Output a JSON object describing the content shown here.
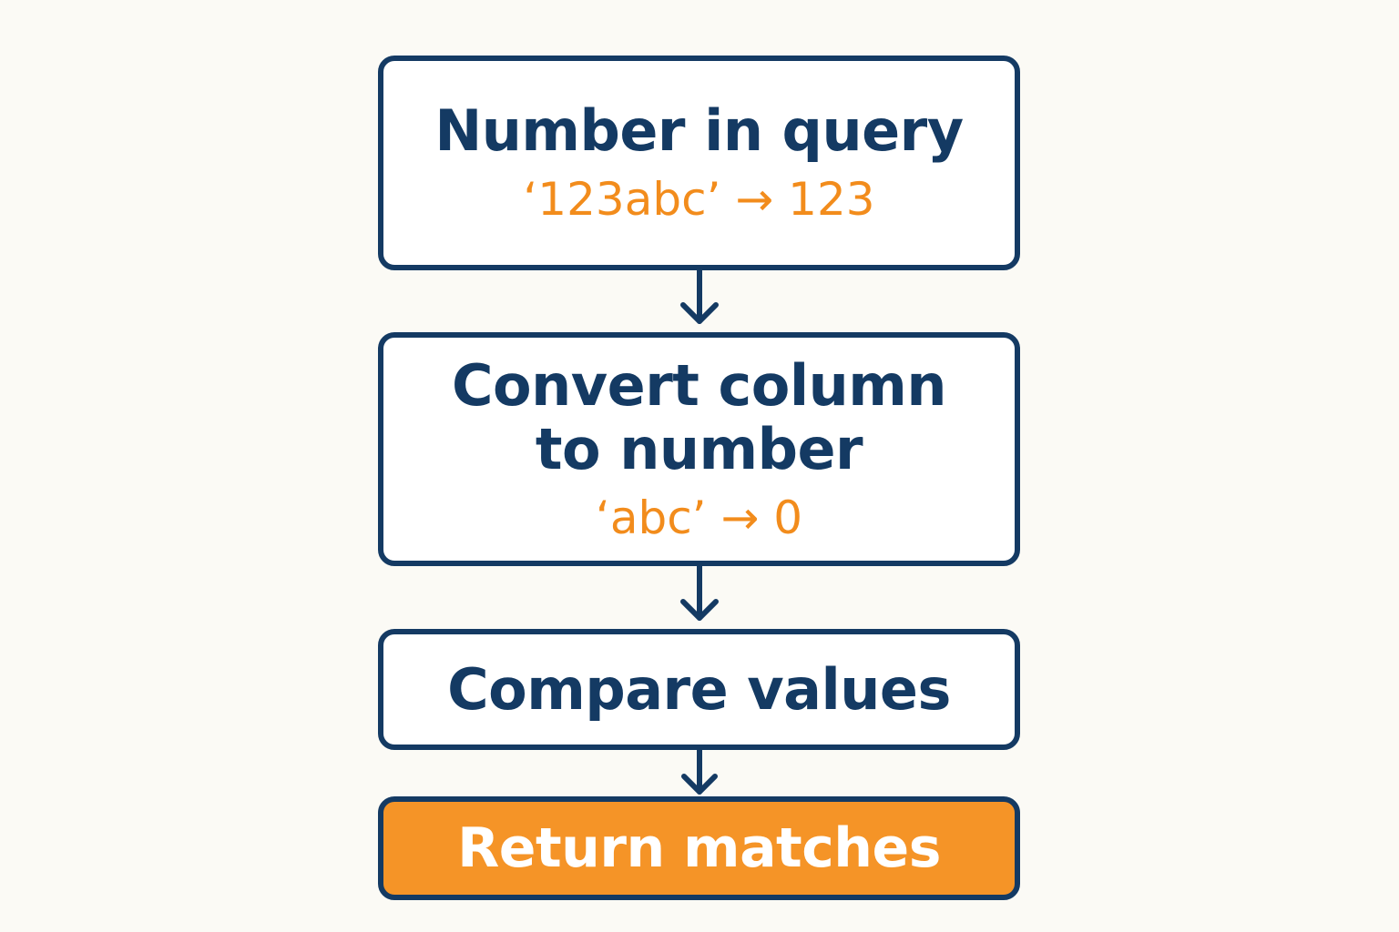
{
  "steps": [
    {
      "title": "Number in query",
      "example": "‘123abc’ → 123"
    },
    {
      "title_line1": "Convert column",
      "title_line2": "to number",
      "example": "‘abc’ → 0"
    },
    {
      "title": "Compare values"
    },
    {
      "title": "Return matches"
    }
  ],
  "colors": {
    "navy": "#143a63",
    "orange": "#f59427",
    "background": "#fbfaf5"
  }
}
